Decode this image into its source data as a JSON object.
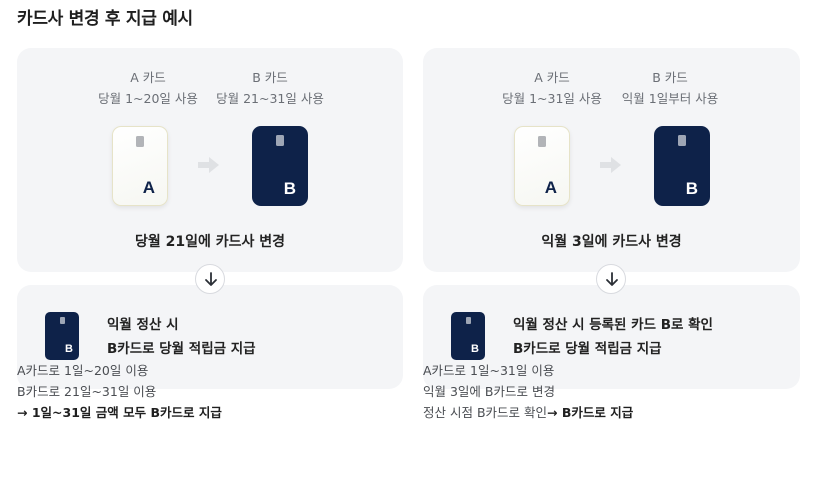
{
  "title": "카드사 변경 후 지급 예시",
  "examples": [
    {
      "card_a": {
        "name": "A 카드",
        "period": "당월 1~20일 사용",
        "letter": "A"
      },
      "card_b": {
        "name": "B 카드",
        "period": "당월 21~31일 사용",
        "letter": "B"
      },
      "change_caption": "당월 21일에 카드사 변경",
      "payment_card_letter": "B",
      "payment_line1": "익월 정산 시",
      "payment_line2": "B카드로 당월 적립금 지급",
      "notes": [
        "A카드로 1일~20일 이용",
        "B카드로 21일~31일 이용"
      ],
      "result_prefix": "",
      "result_strong": "→ 1일~31일 금액 모두 B카드로 지급"
    },
    {
      "card_a": {
        "name": "A 카드",
        "period": "당월 1~31일 사용",
        "letter": "A"
      },
      "card_b": {
        "name": "B 카드",
        "period": "익월 1일부터 사용",
        "letter": "B"
      },
      "change_caption": "익월 3일에 카드사 변경",
      "payment_card_letter": "B",
      "payment_line1": "익월 정산 시 등록된 카드 B로 확인",
      "payment_line2": "B카드로 당월 적립금 지급",
      "notes": [
        "A카드로 1일~31일 이용",
        "익월 3일에 B카드로 변경"
      ],
      "result_prefix": "정산 시점 B카드로 확인",
      "result_strong": "→ B카드로 지급"
    }
  ],
  "icons": {
    "transition": "arrow-right-icon",
    "next_step": "arrow-down-icon",
    "card_chip": "card-chip-icon"
  },
  "colors": {
    "navy_card": "#0e2249",
    "panel_bg": "#f4f5f7",
    "muted_text": "#6b6f76"
  }
}
